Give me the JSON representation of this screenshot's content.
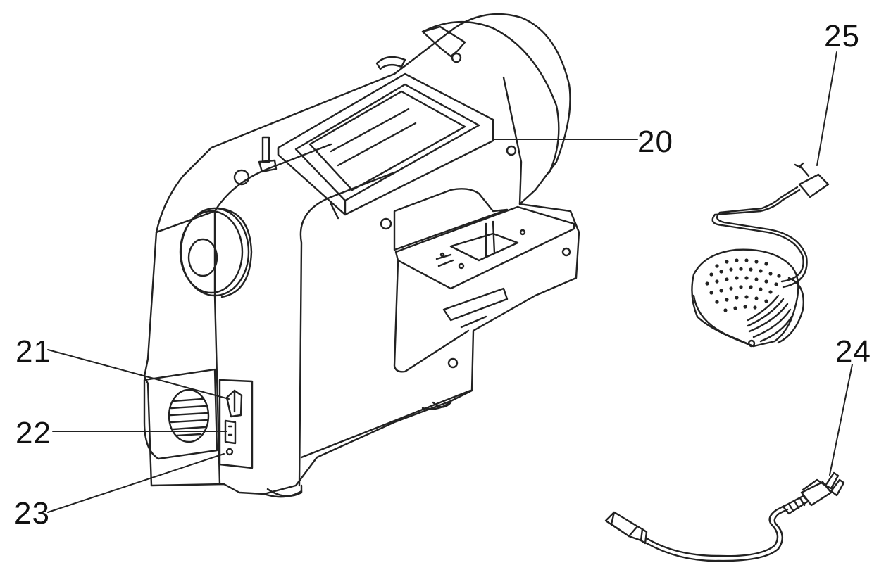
{
  "labels": {
    "l20": "20",
    "l21": "21",
    "l22": "22",
    "l23": "23",
    "l24": "24",
    "l25": "25"
  },
  "colors": {
    "line": "#222222",
    "background": "#ffffff"
  },
  "parts": {
    "machine": "sewing-machine-rear-view",
    "pedal": "foot-control-pedal",
    "cord": "power-cord"
  }
}
